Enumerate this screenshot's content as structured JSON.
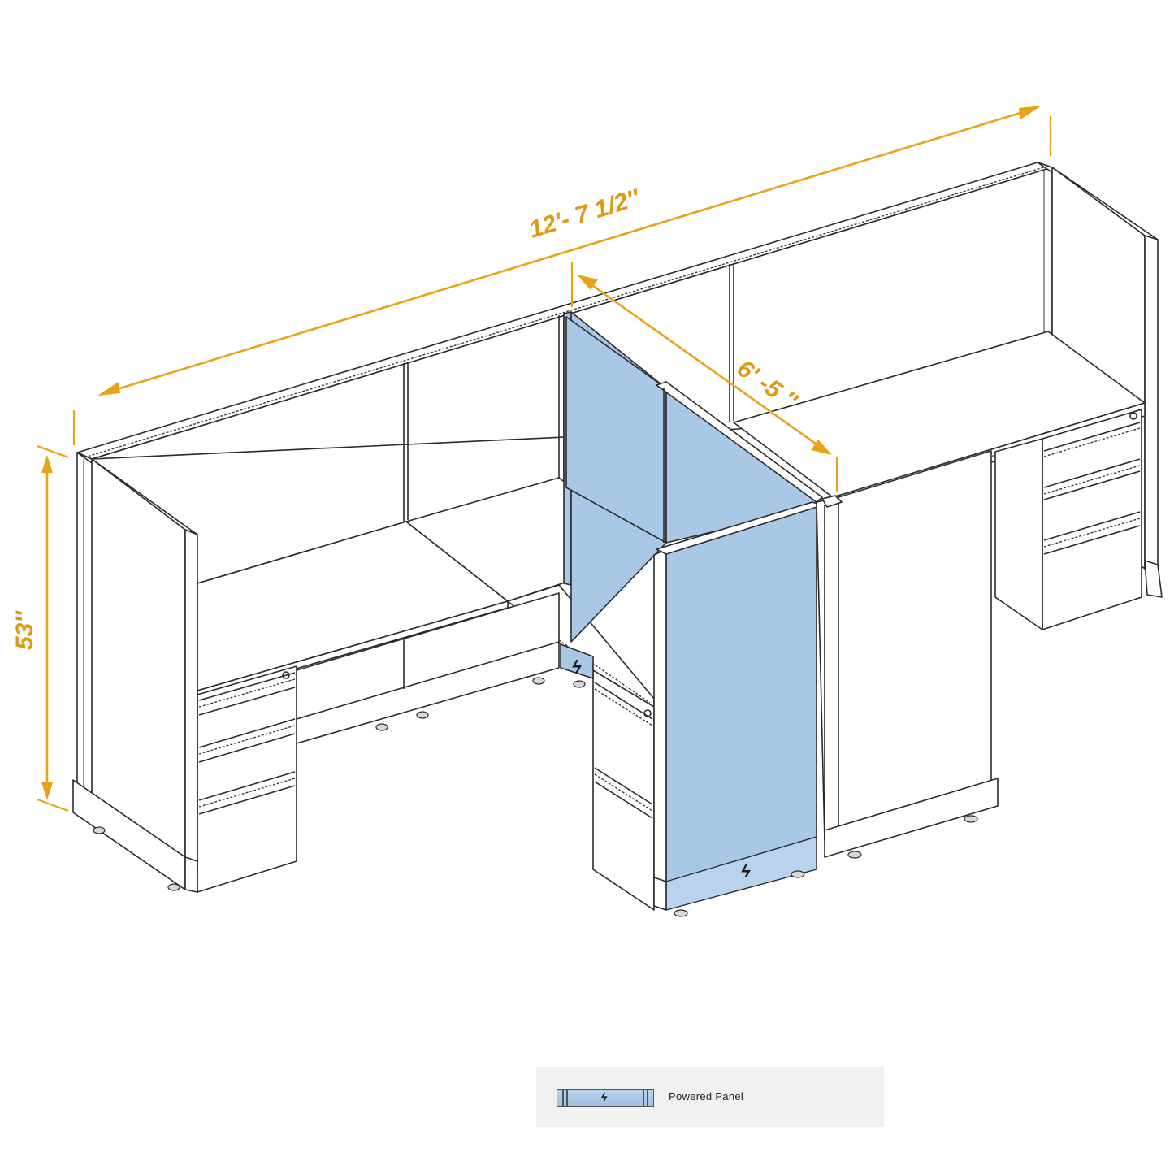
{
  "diagram": {
    "subject": "Two-person cubicle workstation, isometric view",
    "colors": {
      "dimension": "#e8a317",
      "powered_panel": "#a9c8e6",
      "linework": "#2b2b2b",
      "legend_background": "#f1f1f1"
    },
    "dimensions": {
      "overall_length": "12′- 7 1/2″",
      "depth": "6′ -5 ″",
      "height": "53″"
    },
    "icons": {
      "power": "ϟ"
    }
  },
  "legend": {
    "items": [
      {
        "icon": "powered-panel-swatch",
        "glyph": "ϟ",
        "label": "Powered Panel"
      }
    ]
  }
}
